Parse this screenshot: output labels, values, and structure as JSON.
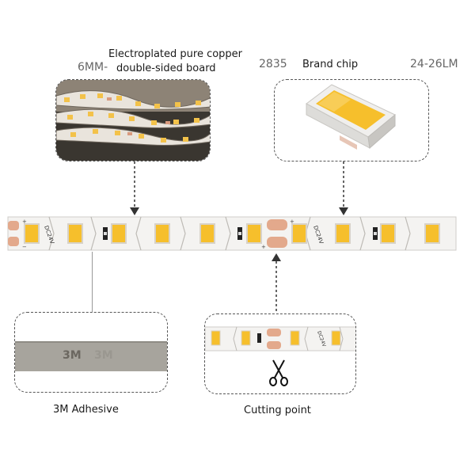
{
  "labels": {
    "size": "6MM-",
    "board_line1": "Electroplated pure copper",
    "board_line2": "double-sided board",
    "chip_model": "2835",
    "chip_brand": "Brand chip",
    "lumens": "24-26LM",
    "adhesive": "3M Adhesive",
    "cutting": "Cutting point"
  },
  "strip": {
    "voltage_marking": "DC24V",
    "adhesive_print": "3M"
  },
  "icons": [
    "scissors-icon",
    "arrow-down-icon",
    "arrow-up-icon"
  ],
  "colors": {
    "led_yellow": "#f6bf2c",
    "copper_pad": "#e3a98c",
    "tape_gray": "#a7a49d"
  }
}
